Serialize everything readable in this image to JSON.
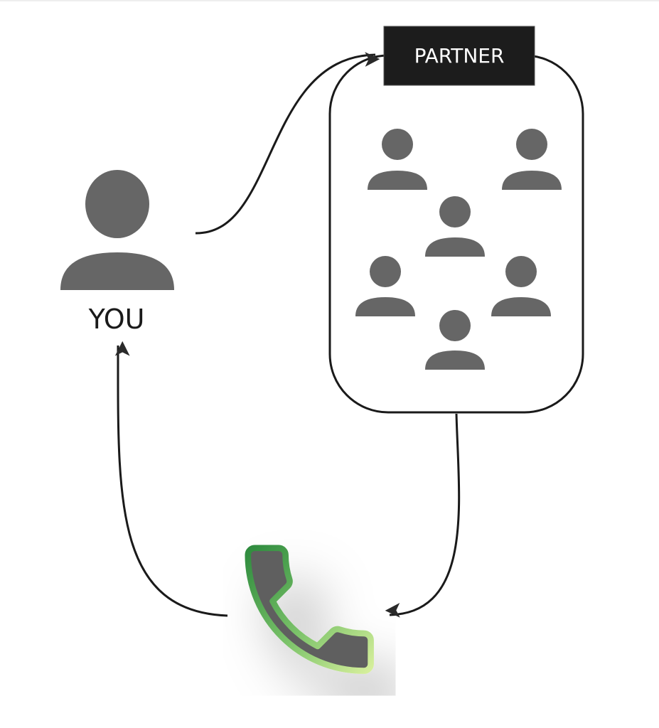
{
  "diagram": {
    "you_label": "YOU",
    "partner_label": "PARTNER",
    "partner_member_count": 6,
    "colors": {
      "person": "#666666",
      "line": "#1a1a1a",
      "label_bg": "#1c1c1c",
      "phone_fill": "#5f5f5f",
      "phone_outline_dark": "#2e8b3e",
      "phone_outline_light": "#d6ef9c"
    },
    "icons": [
      "person-icon",
      "group-icon",
      "phone-icon",
      "arrow-icon"
    ]
  }
}
